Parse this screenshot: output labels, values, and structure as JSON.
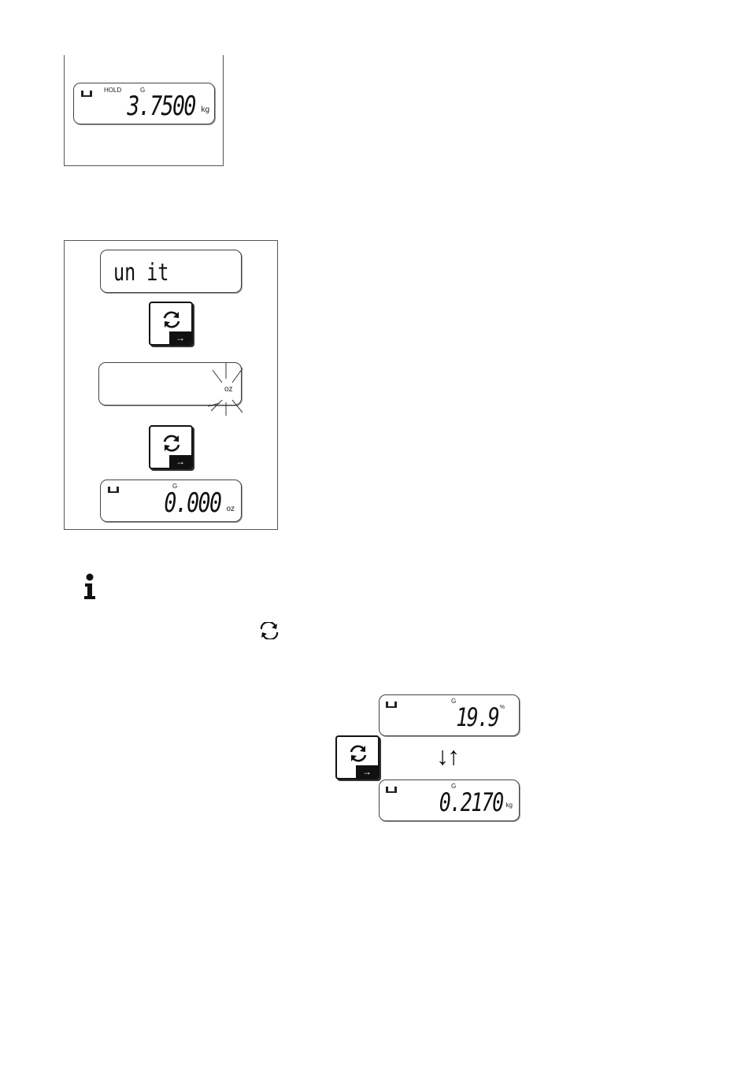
{
  "display1": {
    "hold": "HOLD",
    "g": "G",
    "value": "3.7500",
    "unit": "kg"
  },
  "unit_panel": {
    "menu_text": "un it",
    "blink_unit": "oz",
    "result": {
      "g": "G",
      "value": "0.000",
      "unit": "oz"
    }
  },
  "toggle_panel": {
    "top": {
      "g": "G",
      "value": "19.9",
      "unit": "%"
    },
    "bottom": {
      "g": "G",
      "value": "0.2170",
      "unit": "kg"
    },
    "arrows": "↓↑"
  },
  "icons": {
    "info": "info-icon",
    "cycle": "cycle-icon",
    "enter_arrow": "→"
  }
}
